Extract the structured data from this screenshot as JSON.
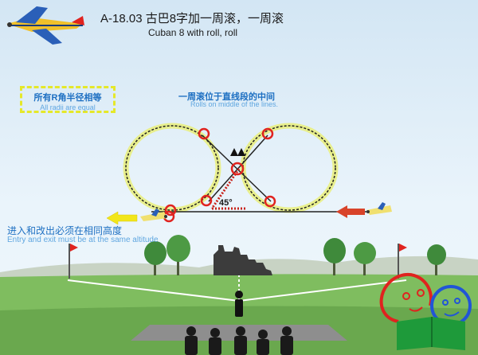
{
  "title": "A-18.03 古巴8字加一周滚，一周滚",
  "subtitle": "Cuban 8 with roll, roll",
  "notes": {
    "equal_radii_zh": "所有R角半径相等",
    "equal_radii_en": "All radii are equal",
    "roll_position_zh": "一周滚位于直线段的中间",
    "roll_position_en": "Rolls on middle of the lines.",
    "altitude_zh": "进入和改出必须在相同高度",
    "altitude_en": "Entry and exit must be at the same altitude"
  },
  "angle_label": "45°",
  "colors": {
    "sky": "#d3e6f4",
    "loop_highlight": "#e9ef7a",
    "flight_path": "#222222",
    "roll_marker": "#e0231f",
    "entry_arrow": "#d8432a",
    "exit_arrow": "#f2e61a",
    "angle_line": "#c8221a",
    "ground": "#79b85b",
    "judge_line": "#ffffff"
  },
  "icons": [
    "aerobatic-plane-icon",
    "judge-silhouette-icon",
    "red-flag-icon",
    "tree-icon",
    "castle-ruin-icon",
    "cartoon-face-icon"
  ]
}
